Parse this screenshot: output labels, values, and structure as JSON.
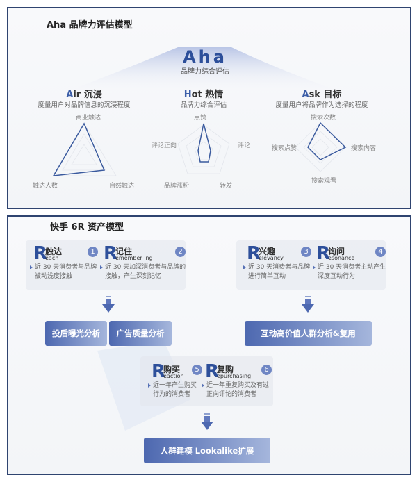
{
  "aha": {
    "title": "Aha 品牌力评估模型",
    "center_title": "Aha",
    "center_sub": "品牌力综合评估",
    "columns": [
      {
        "letter": "A",
        "rest": "ir",
        "cn": "沉浸",
        "desc": "度量用户对品牌信息的沉浸程度",
        "axes": [
          "商业触达",
          "触达人数",
          "自然触达"
        ]
      },
      {
        "letter": "H",
        "rest": "ot",
        "cn": "热情",
        "desc": "品牌力综合评估",
        "axes": [
          "点赞",
          "评论",
          "转发",
          "品牌涨粉",
          "评论正向"
        ]
      },
      {
        "letter": "A",
        "rest": "sk",
        "cn": "目标",
        "desc": "度量用户将品牌作为选择的程度",
        "axes": [
          "搜索次数",
          "搜索内容",
          "搜索观看",
          "搜索点赞"
        ]
      }
    ]
  },
  "model6r": {
    "title": "快手 6R 资产模型",
    "cards": [
      {
        "cn": "触达",
        "en": "each",
        "num": "1",
        "desc": [
          "近 30 天消费者与品牌",
          "被动浅度接触"
        ]
      },
      {
        "cn": "记住",
        "en": "emember ing",
        "num": "2",
        "desc": [
          "近 30 天加深消费者与品牌的",
          "接触，产生深刻记忆"
        ]
      },
      {
        "cn": "兴趣",
        "en": "elevancy",
        "num": "3",
        "desc": [
          "近 30 天消费者与品牌",
          "进行简单互动"
        ]
      },
      {
        "cn": "询问",
        "en": "esonance",
        "num": "4",
        "desc": [
          "近 30 天消费者主动产生",
          "深度互动行为"
        ]
      },
      {
        "cn": "购买",
        "en": "eaction",
        "num": "5",
        "desc": [
          "近一年产生购买",
          "行为的消费者"
        ]
      },
      {
        "cn": "复购",
        "en": "epurchasing",
        "num": "6",
        "desc": [
          "近一年重复购买及有过",
          "正向评论的消费者"
        ]
      }
    ],
    "r_letter": "R",
    "buttons": [
      "投后曝光分析",
      "广告质量分析",
      "互动高价值人群分析&复用",
      "人群建模 Lookalike扩展"
    ]
  },
  "colors": {
    "accent": "#2d4f9a",
    "border": "#2f4470"
  }
}
